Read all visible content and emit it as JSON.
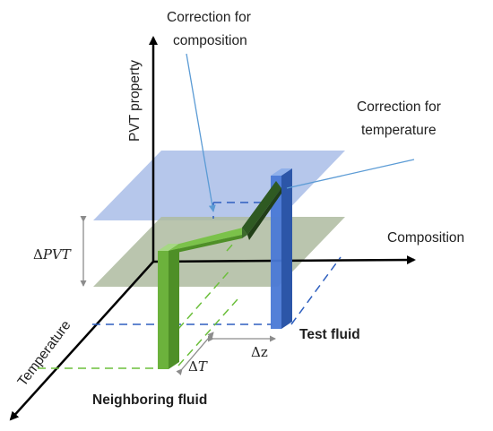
{
  "axes": {
    "vertical": "PVT property",
    "horizontal": "Composition",
    "depth": "Temperature"
  },
  "annotations": {
    "composition_line1": "Correction for",
    "composition_line2": "composition",
    "temperature_line1": "Correction for",
    "temperature_line2": "temperature"
  },
  "fluids": {
    "neighboring": "Neighboring fluid",
    "test": "Test fluid"
  },
  "deltas": {
    "pvt_prefix": "Δ",
    "pvt_var": "PVT",
    "temperature_prefix": "Δ",
    "temperature_var": "T",
    "composition": "Δz"
  },
  "colors": {
    "plane_top": "#a9bde8",
    "plane_bottom": "#aebba0",
    "neighboring_column": "#70b540",
    "test_column": "#3d6fd1",
    "dashed_blue": "#2e5fbf",
    "dashed_green": "#6cbf3c",
    "annotation_line": "#5b9bd5",
    "axis": "#000000",
    "dimension_arrow": "#8c8c8c"
  }
}
